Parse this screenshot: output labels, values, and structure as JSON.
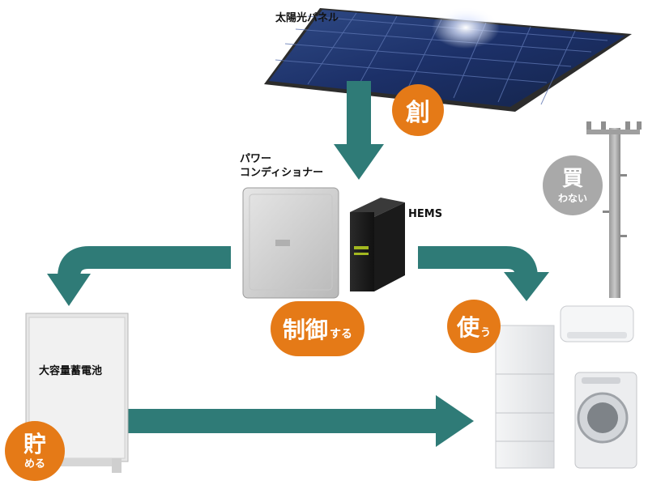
{
  "labels": {
    "solar_panel": "太陽光パネル",
    "power_conditioner_line1": "パワー",
    "power_conditioner_line2": "コンディショナー",
    "hems": "HEMS",
    "battery": "大容量蓄電池"
  },
  "badges": {
    "create": "創",
    "control_main": "制御",
    "control_sub": "する",
    "use_main": "使",
    "use_sub": "う",
    "store_main": "貯",
    "store_sub": "める",
    "buy_main": "買",
    "buy_sub": "わない"
  },
  "colors": {
    "arrow": "#2f7b77",
    "badge_orange": "#e57a17",
    "badge_gray": "#a9a9a9"
  }
}
